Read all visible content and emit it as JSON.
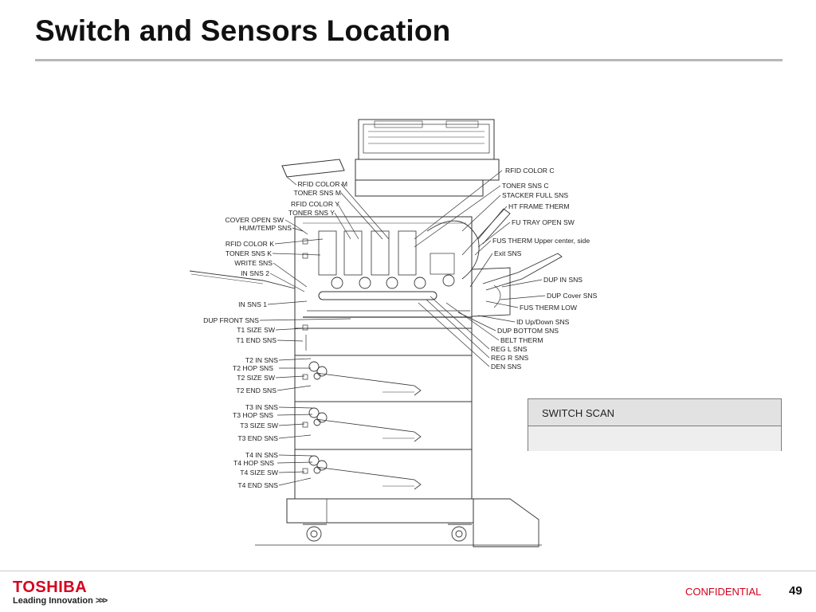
{
  "slide": {
    "title": "Switch and Sensors Location"
  },
  "labels_left": [
    "RFID COLOR M",
    "TONER SNS M",
    "RFID COLOR Y",
    "TONER SNS Y",
    "COVER OPEN SW",
    "HUM/TEMP SNS",
    "RFID COLOR K",
    "TONER SNS K",
    "WRITE SNS",
    "IN SNS 2",
    "IN SNS 1",
    "DUP FRONT SNS",
    "T1 SIZE SW",
    "T1 END SNS",
    "T2 IN SNS",
    "T2 HOP SNS",
    "T2 SIZE SW",
    "T2 END SNS",
    "T3 IN SNS",
    "T3 HOP SNS",
    "T3 SIZE SW",
    "T3 END SNS",
    "T4 IN SNS",
    "T4 HOP SNS",
    "T4 SIZE SW",
    "T4 END SNS"
  ],
  "labels_right": [
    "RFID COLOR C",
    "TONER SNS C",
    "STACKER FULL SNS",
    "HT FRAME THERM",
    "FU TRAY OPEN SW",
    "FUS THERM Upper center, side",
    "Exit SNS",
    "DUP IN SNS",
    "DUP Cover SNS",
    "FUS THERM LOW",
    "ID Up/Down SNS",
    "DUP BOTTOM SNS",
    "BELT THERM",
    "REG L SNS",
    "REG R SNS",
    "DEN SNS"
  ],
  "scan_table": {
    "header": "SWITCH SCAN",
    "body": ""
  },
  "footer": {
    "brand": "TOSHIBA",
    "tagline": "Leading Innovation",
    "tagline_arrows": ">>>",
    "confidential": "CONFIDENTIAL",
    "page": "49"
  },
  "colors": {
    "brand_red": "#d4001d",
    "line": "#333333"
  }
}
